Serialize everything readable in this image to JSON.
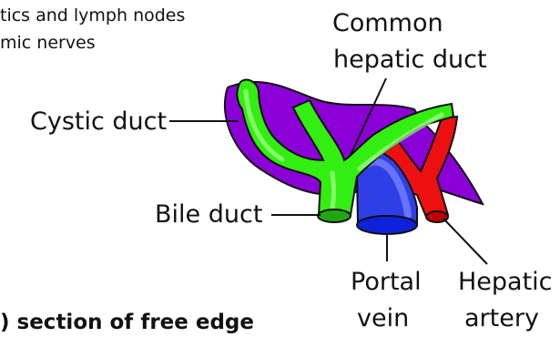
{
  "colors": {
    "mesentery": "#8a00d6",
    "ducts": "#33ee11",
    "portal_vein": "#2f3fe8",
    "hepatic_artery": "#ee1010",
    "outline": "#111111"
  },
  "text_fragments": {
    "top_line_1": "tics and lymph nodes",
    "top_line_2": "mic nerves",
    "bottom_caption": ") section of free edge"
  },
  "labels": {
    "common_hepatic_duct_1": "Common",
    "common_hepatic_duct_2": "hepatic duct",
    "cystic_duct": "Cystic duct",
    "bile_duct": "Bile duct",
    "portal_vein_1": "Portal",
    "portal_vein_2": "vein",
    "hepatic_artery_1": "Hepatic",
    "hepatic_artery_2": "artery"
  }
}
